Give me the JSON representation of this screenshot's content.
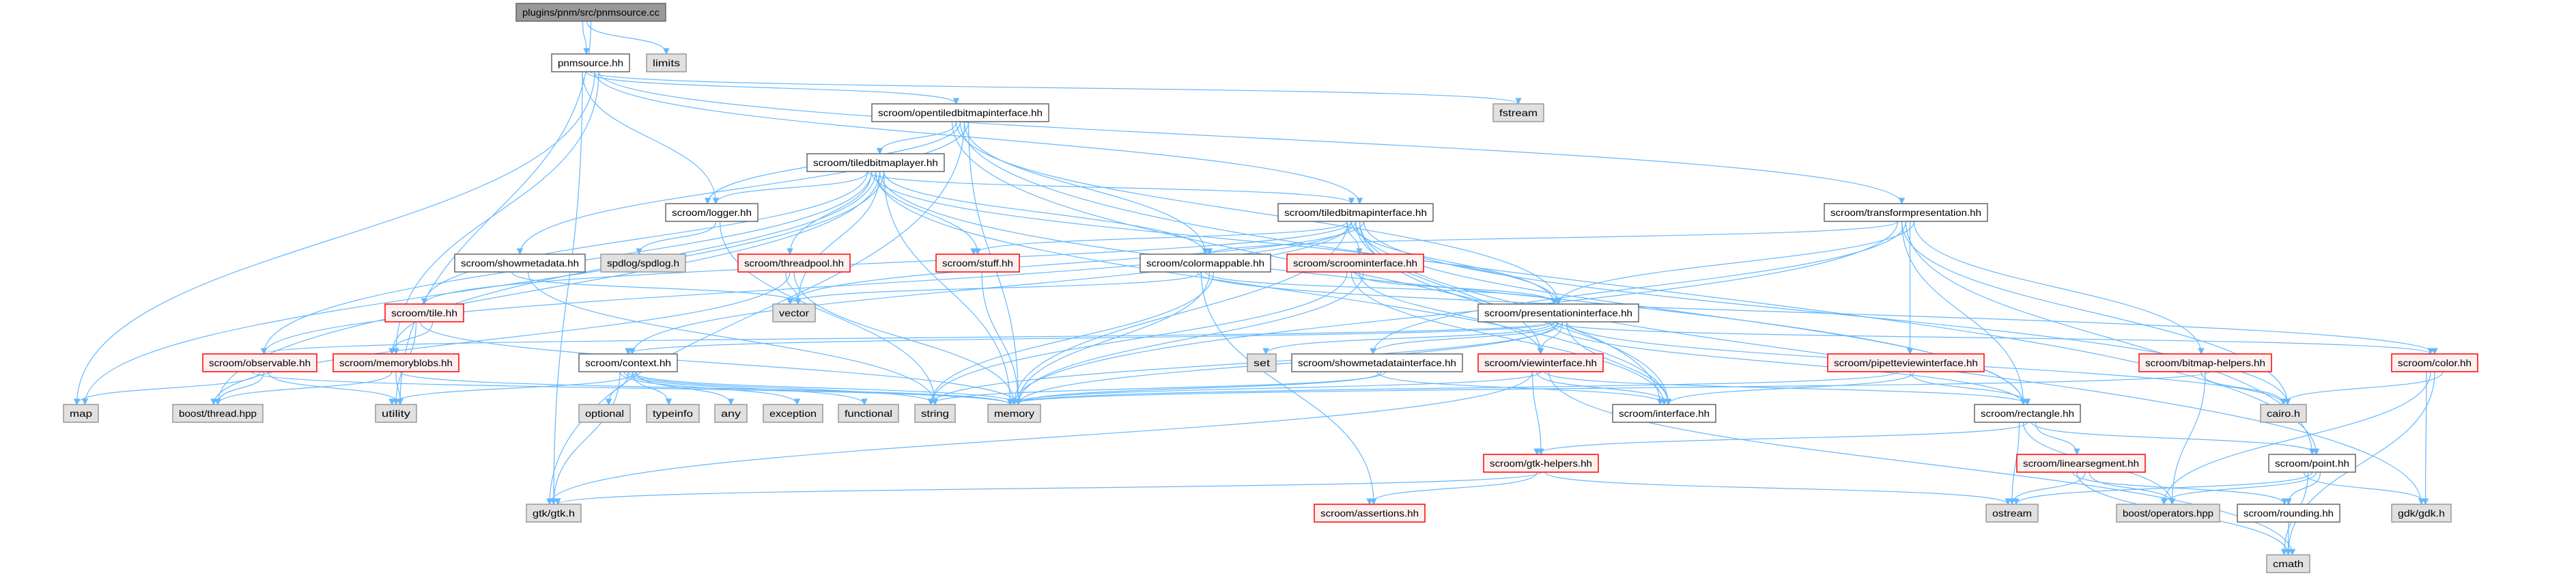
{
  "graph": {
    "title": "plugins/pnm/src/pnmsource.cc",
    "colors": {
      "edge": "#63b8ff",
      "root_fill": "#999999",
      "red_border": "#ff0000",
      "red_fill": "#fff0f0",
      "ext_fill": "#e0e0e0"
    },
    "nodes": [
      {
        "id": "cc",
        "label": "plugins/pnm/src/pnmsource.cc",
        "kind": "root"
      },
      {
        "id": "hh",
        "label": "pnmsource.hh",
        "kind": "normal"
      },
      {
        "id": "limits",
        "label": "limits",
        "kind": "ext"
      },
      {
        "id": "otbi",
        "label": "scroom/opentiledbitmapinterface.hh",
        "kind": "normal"
      },
      {
        "id": "fstream",
        "label": "fstream",
        "kind": "ext"
      },
      {
        "id": "tbl",
        "label": "scroom/tiledbitmaplayer.hh",
        "kind": "normal"
      },
      {
        "id": "logger",
        "label": "scroom/logger.hh",
        "kind": "normal"
      },
      {
        "id": "tbi",
        "label": "scroom/tiledbitmapinterface.hh",
        "kind": "normal"
      },
      {
        "id": "tp",
        "label": "scroom/transformpresentation.hh",
        "kind": "normal"
      },
      {
        "id": "showmeta",
        "label": "scroom/showmetadata.hh",
        "kind": "normal"
      },
      {
        "id": "spdlog",
        "label": "spdlog/spdlog.h",
        "kind": "ext"
      },
      {
        "id": "threadpool",
        "label": "scroom/threadpool.hh",
        "kind": "red"
      },
      {
        "id": "stuff",
        "label": "scroom/stuff.hh",
        "kind": "red"
      },
      {
        "id": "colormappable",
        "label": "scroom/colormappable.hh",
        "kind": "normal"
      },
      {
        "id": "scroominterface",
        "label": "scroom/scroominterface.hh",
        "kind": "red"
      },
      {
        "id": "tile",
        "label": "scroom/tile.hh",
        "kind": "red"
      },
      {
        "id": "vector",
        "label": "vector",
        "kind": "ext"
      },
      {
        "id": "presint",
        "label": "scroom/presentationinterface.hh",
        "kind": "normal"
      },
      {
        "id": "observable",
        "label": "scroom/observable.hh",
        "kind": "red"
      },
      {
        "id": "memoryblobs",
        "label": "scroom/memoryblobs.hh",
        "kind": "red"
      },
      {
        "id": "context",
        "label": "scroom/context.hh",
        "kind": "normal"
      },
      {
        "id": "set",
        "label": "set",
        "kind": "ext"
      },
      {
        "id": "smdi",
        "label": "scroom/showmetadatainterface.hh",
        "kind": "normal"
      },
      {
        "id": "viewint",
        "label": "scroom/viewinterface.hh",
        "kind": "red"
      },
      {
        "id": "pipette",
        "label": "scroom/pipetteviewinterface.hh",
        "kind": "red"
      },
      {
        "id": "bitmaphelpers",
        "label": "scroom/bitmap-helpers.hh",
        "kind": "red"
      },
      {
        "id": "color",
        "label": "scroom/color.hh",
        "kind": "red"
      },
      {
        "id": "map",
        "label": "map",
        "kind": "ext"
      },
      {
        "id": "boostthread",
        "label": "boost/thread.hpp",
        "kind": "ext"
      },
      {
        "id": "utility",
        "label": "utility",
        "kind": "ext"
      },
      {
        "id": "optional",
        "label": "optional",
        "kind": "ext"
      },
      {
        "id": "typeinfo",
        "label": "typeinfo",
        "kind": "ext"
      },
      {
        "id": "any",
        "label": "any",
        "kind": "ext"
      },
      {
        "id": "exception",
        "label": "exception",
        "kind": "ext"
      },
      {
        "id": "functional",
        "label": "functional",
        "kind": "ext"
      },
      {
        "id": "string",
        "label": "string",
        "kind": "ext"
      },
      {
        "id": "memory",
        "label": "memory",
        "kind": "ext"
      },
      {
        "id": "interface",
        "label": "scroom/interface.hh",
        "kind": "normal"
      },
      {
        "id": "rectangle",
        "label": "scroom/rectangle.hh",
        "kind": "normal"
      },
      {
        "id": "cairo",
        "label": "cairo.h",
        "kind": "ext"
      },
      {
        "id": "gtkhelpers",
        "label": "scroom/gtk-helpers.hh",
        "kind": "red"
      },
      {
        "id": "linearsegment",
        "label": "scroom/linearsegment.hh",
        "kind": "red"
      },
      {
        "id": "point",
        "label": "scroom/point.hh",
        "kind": "normal"
      },
      {
        "id": "gtk",
        "label": "gtk/gtk.h",
        "kind": "ext"
      },
      {
        "id": "assertions",
        "label": "scroom/assertions.hh",
        "kind": "red"
      },
      {
        "id": "ostream",
        "label": "ostream",
        "kind": "ext"
      },
      {
        "id": "boostops",
        "label": "boost/operators.hpp",
        "kind": "ext"
      },
      {
        "id": "rounding",
        "label": "scroom/rounding.hh",
        "kind": "normal"
      },
      {
        "id": "gdk",
        "label": "gdk/gdk.h",
        "kind": "ext"
      },
      {
        "id": "cmath",
        "label": "cmath",
        "kind": "ext"
      }
    ],
    "edges": [
      [
        "cc",
        "hh"
      ],
      [
        "cc",
        "limits"
      ],
      [
        "cc",
        "utility"
      ],
      [
        "hh",
        "map"
      ],
      [
        "hh",
        "memoryblobs"
      ],
      [
        "hh",
        "logger"
      ],
      [
        "hh",
        "otbi"
      ],
      [
        "hh",
        "fstream"
      ],
      [
        "hh",
        "tbi"
      ],
      [
        "hh",
        "tp"
      ],
      [
        "hh",
        "gtk"
      ],
      [
        "otbi",
        "tbl"
      ],
      [
        "otbi",
        "logger"
      ],
      [
        "otbi",
        "colormappable"
      ],
      [
        "otbi",
        "memory"
      ],
      [
        "otbi",
        "interface"
      ],
      [
        "otbi",
        "presint"
      ],
      [
        "otbi",
        "point"
      ],
      [
        "otbi",
        "gtk"
      ],
      [
        "otbi",
        "showmeta"
      ],
      [
        "tbl",
        "logger"
      ],
      [
        "tbl",
        "threadpool"
      ],
      [
        "tbl",
        "stuff"
      ],
      [
        "tbl",
        "vector"
      ],
      [
        "tbl",
        "memory"
      ],
      [
        "tbl",
        "tile"
      ],
      [
        "tbl",
        "observable"
      ],
      [
        "tbl",
        "memoryblobs"
      ],
      [
        "tbl",
        "boostthread"
      ],
      [
        "tbl",
        "map"
      ],
      [
        "tbl",
        "tbi"
      ],
      [
        "tbl",
        "presint"
      ],
      [
        "tbl",
        "interface"
      ],
      [
        "tbl",
        "rectangle"
      ],
      [
        "tbl",
        "colormappable"
      ],
      [
        "tbi",
        "scroominterface"
      ],
      [
        "tbi",
        "presint"
      ],
      [
        "tbi",
        "viewint"
      ],
      [
        "tbi",
        "interface"
      ],
      [
        "tbi",
        "vector"
      ],
      [
        "tbi",
        "memory"
      ],
      [
        "tbi",
        "context"
      ],
      [
        "tbi",
        "rectangle"
      ],
      [
        "tbi",
        "gdk"
      ],
      [
        "tbi",
        "cairo"
      ],
      [
        "tbi",
        "stuff"
      ],
      [
        "tbi",
        "tile"
      ],
      [
        "tbi",
        "observable"
      ],
      [
        "logger",
        "spdlog"
      ],
      [
        "logger",
        "string"
      ],
      [
        "threadpool",
        "vector"
      ],
      [
        "threadpool",
        "boostthread"
      ],
      [
        "threadpool",
        "memory"
      ],
      [
        "stuff",
        "memory"
      ],
      [
        "tile",
        "memoryblobs"
      ],
      [
        "tile",
        "utility"
      ],
      [
        "tile",
        "memory"
      ],
      [
        "observable",
        "map"
      ],
      [
        "observable",
        "boostthread"
      ],
      [
        "observable",
        "utility"
      ],
      [
        "observable",
        "memory"
      ],
      [
        "memoryblobs",
        "boostthread"
      ],
      [
        "memoryblobs",
        "utility"
      ],
      [
        "memoryblobs",
        "memory"
      ],
      [
        "showmeta",
        "string"
      ],
      [
        "showmeta",
        "vector"
      ],
      [
        "colormappable",
        "vector"
      ],
      [
        "colormappable",
        "presint"
      ],
      [
        "colormappable",
        "memory"
      ],
      [
        "colormappable",
        "string"
      ],
      [
        "colormappable",
        "color"
      ],
      [
        "colormappable",
        "assertions"
      ],
      [
        "scroominterface",
        "presint"
      ],
      [
        "scroominterface",
        "viewint"
      ],
      [
        "scroominterface",
        "memory"
      ],
      [
        "scroominterface",
        "string"
      ],
      [
        "scroominterface",
        "interface"
      ],
      [
        "context",
        "optional"
      ],
      [
        "context",
        "typeinfo"
      ],
      [
        "context",
        "any"
      ],
      [
        "context",
        "exception"
      ],
      [
        "context",
        "functional"
      ],
      [
        "context",
        "string"
      ],
      [
        "context",
        "memory"
      ],
      [
        "context",
        "utility"
      ],
      [
        "context",
        "gtk"
      ],
      [
        "presint",
        "set"
      ],
      [
        "presint",
        "smdi"
      ],
      [
        "presint",
        "viewint"
      ],
      [
        "presint",
        "interface"
      ],
      [
        "presint",
        "rectangle"
      ],
      [
        "presint",
        "context"
      ],
      [
        "presint",
        "memory"
      ],
      [
        "presint",
        "string"
      ],
      [
        "presint",
        "cairo"
      ],
      [
        "presint",
        "observable"
      ],
      [
        "presint",
        "color"
      ],
      [
        "smdi",
        "interface"
      ],
      [
        "smdi",
        "memory"
      ],
      [
        "smdi",
        "string"
      ],
      [
        "viewint",
        "gtkhelpers"
      ],
      [
        "viewint",
        "interface"
      ],
      [
        "viewint",
        "memory"
      ],
      [
        "viewint",
        "rectangle"
      ],
      [
        "viewint",
        "cmath"
      ],
      [
        "viewint",
        "gtk"
      ],
      [
        "gtkhelpers",
        "assertions"
      ],
      [
        "gtkhelpers",
        "gtk"
      ],
      [
        "gtkhelpers",
        "ostream"
      ],
      [
        "tp",
        "presint"
      ],
      [
        "tp",
        "colormappable"
      ],
      [
        "tp",
        "rectangle"
      ],
      [
        "tp",
        "point"
      ],
      [
        "tp",
        "pipette"
      ],
      [
        "tp",
        "bitmaphelpers"
      ],
      [
        "tp",
        "memory"
      ],
      [
        "tp",
        "cairo"
      ],
      [
        "tp",
        "smdi"
      ],
      [
        "pipette",
        "rectangle"
      ],
      [
        "pipette",
        "interface"
      ],
      [
        "pipette",
        "memory"
      ],
      [
        "bitmaphelpers",
        "cairo"
      ],
      [
        "bitmaphelpers",
        "boostops"
      ],
      [
        "bitmaphelpers",
        "memory"
      ],
      [
        "color",
        "cairo"
      ],
      [
        "color",
        "gdk"
      ],
      [
        "color",
        "boostops"
      ],
      [
        "color",
        "cmath"
      ],
      [
        "rectangle",
        "point"
      ],
      [
        "rectangle",
        "linearsegment"
      ],
      [
        "rectangle",
        "ostream"
      ],
      [
        "rectangle",
        "boostops"
      ],
      [
        "rectangle",
        "gtkhelpers"
      ],
      [
        "linearsegment",
        "ostream"
      ],
      [
        "linearsegment",
        "boostops"
      ],
      [
        "linearsegment",
        "rounding"
      ],
      [
        "linearsegment",
        "cmath"
      ],
      [
        "point",
        "ostream"
      ],
      [
        "point",
        "boostops"
      ],
      [
        "point",
        "rounding"
      ],
      [
        "point",
        "gdk"
      ],
      [
        "point",
        "cmath"
      ],
      [
        "rounding",
        "cmath"
      ]
    ]
  }
}
